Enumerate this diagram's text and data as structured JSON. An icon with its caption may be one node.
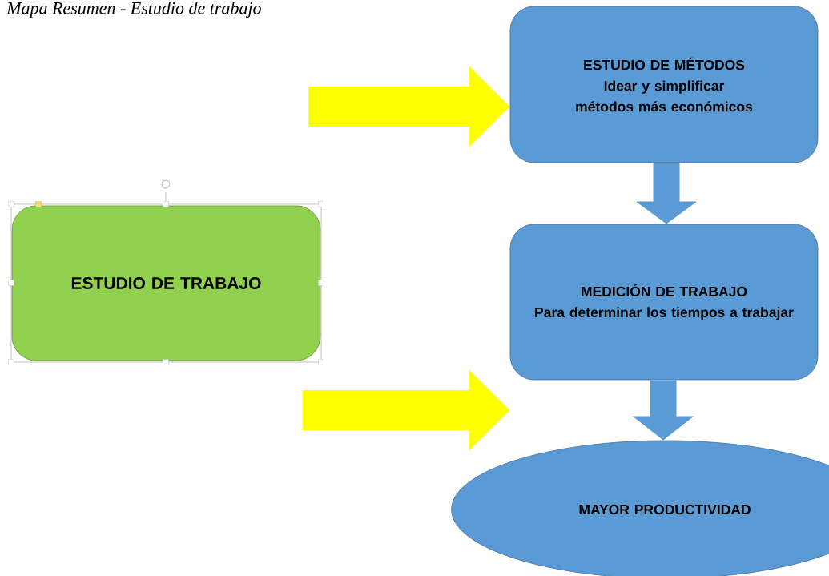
{
  "diagram": {
    "title": "Mapa Resumen - Estudio de trabajo",
    "nodes": [
      {
        "text": [
          "ESTUDIO DE TRABAJO"
        ]
      },
      {
        "text": [
          "ESTUDIO DE MÉTODOS",
          "Idear y simplificar métodos más económicos"
        ]
      },
      {
        "text": [
          "MEDICIÓN DE TRABAJO",
          "Para determinar los tiempos a trabajar"
        ]
      },
      {
        "text": [
          "MAYOR PRODUCTIVIDAD"
        ]
      }
    ],
    "edges": [
      {
        "from": null,
        "to": 1,
        "arrow": "to",
        "color": "#ffff00"
      },
      {
        "from": null,
        "to": 2,
        "arrow": "to",
        "color": "#ffff00"
      },
      {
        "from": 1,
        "to": 2,
        "arrow": "to",
        "color": "#5b9bd5"
      },
      {
        "from": 2,
        "to": 3,
        "arrow": "to",
        "color": "#5b9bd5"
      }
    ]
  }
}
